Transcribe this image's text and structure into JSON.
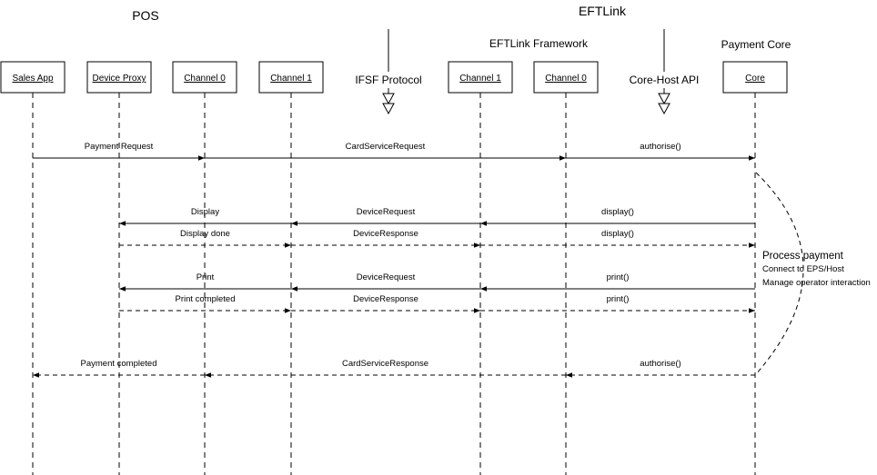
{
  "headings": {
    "pos": "POS",
    "eftlink": "EFTLink",
    "framework": "EFTLink Framework",
    "payment_core": "Payment Core",
    "ifsf": "IFSF Protocol",
    "core_host_api": "Core-Host API"
  },
  "participants": [
    {
      "id": "sales-app",
      "label": "Sales App"
    },
    {
      "id": "device-proxy",
      "label": "Device Proxy"
    },
    {
      "id": "pos-channel-0",
      "label": "Channel 0"
    },
    {
      "id": "pos-channel-1",
      "label": "Channel 1"
    },
    {
      "id": "eft-channel-1",
      "label": "Channel 1"
    },
    {
      "id": "eft-channel-0",
      "label": "Channel 0"
    },
    {
      "id": "core",
      "label": "Core"
    }
  ],
  "messages": [
    {
      "id": "payment-request",
      "label": "Payment Request",
      "from": "sales-app",
      "to": "pos-channel-0",
      "style": "solid"
    },
    {
      "id": "card-service-request",
      "label": "CardServiceRequest",
      "from": "pos-channel-0",
      "to": "eft-channel-0",
      "style": "solid"
    },
    {
      "id": "authorise-request",
      "label": "authorise()",
      "from": "eft-channel-0",
      "to": "core",
      "style": "solid"
    },
    {
      "id": "display",
      "label": "Display",
      "from": "pos-channel-1",
      "to": "device-proxy",
      "style": "solid"
    },
    {
      "id": "device-request-display",
      "label": "DeviceRequest",
      "from": "eft-channel-1",
      "to": "pos-channel-1",
      "style": "solid"
    },
    {
      "id": "display-call",
      "label": "display()",
      "from": "core",
      "to": "eft-channel-1",
      "style": "solid"
    },
    {
      "id": "display-done",
      "label": "Display done",
      "from": "device-proxy",
      "to": "pos-channel-1",
      "style": "dashed"
    },
    {
      "id": "device-response-display",
      "label": "DeviceResponse",
      "from": "pos-channel-1",
      "to": "eft-channel-1",
      "style": "dashed"
    },
    {
      "id": "display-return",
      "label": "display()",
      "from": "eft-channel-1",
      "to": "core",
      "style": "dashed"
    },
    {
      "id": "print",
      "label": "Print",
      "from": "pos-channel-1",
      "to": "device-proxy",
      "style": "solid"
    },
    {
      "id": "device-request-print",
      "label": "DeviceRequest",
      "from": "eft-channel-1",
      "to": "pos-channel-1",
      "style": "solid"
    },
    {
      "id": "print-call",
      "label": "print()",
      "from": "core",
      "to": "eft-channel-1",
      "style": "solid"
    },
    {
      "id": "print-completed",
      "label": "Print completed",
      "from": "device-proxy",
      "to": "pos-channel-1",
      "style": "dashed"
    },
    {
      "id": "device-response-print",
      "label": "DeviceResponse",
      "from": "pos-channel-1",
      "to": "eft-channel-1",
      "style": "dashed"
    },
    {
      "id": "print-return",
      "label": "print()",
      "from": "eft-channel-1",
      "to": "core",
      "style": "dashed"
    },
    {
      "id": "payment-completed",
      "label": "Payment completed",
      "from": "pos-channel-0",
      "to": "sales-app",
      "style": "dashed"
    },
    {
      "id": "card-service-response",
      "label": "CardServiceResponse",
      "from": "eft-channel-0",
      "to": "pos-channel-0",
      "style": "dashed"
    },
    {
      "id": "authorise-response",
      "label": "authorise()",
      "from": "core",
      "to": "eft-channel-0",
      "style": "dashed"
    }
  ],
  "note": {
    "title": "Process payment",
    "lines": [
      "Connect to EPS/Host",
      "Manage operator interaction"
    ]
  }
}
